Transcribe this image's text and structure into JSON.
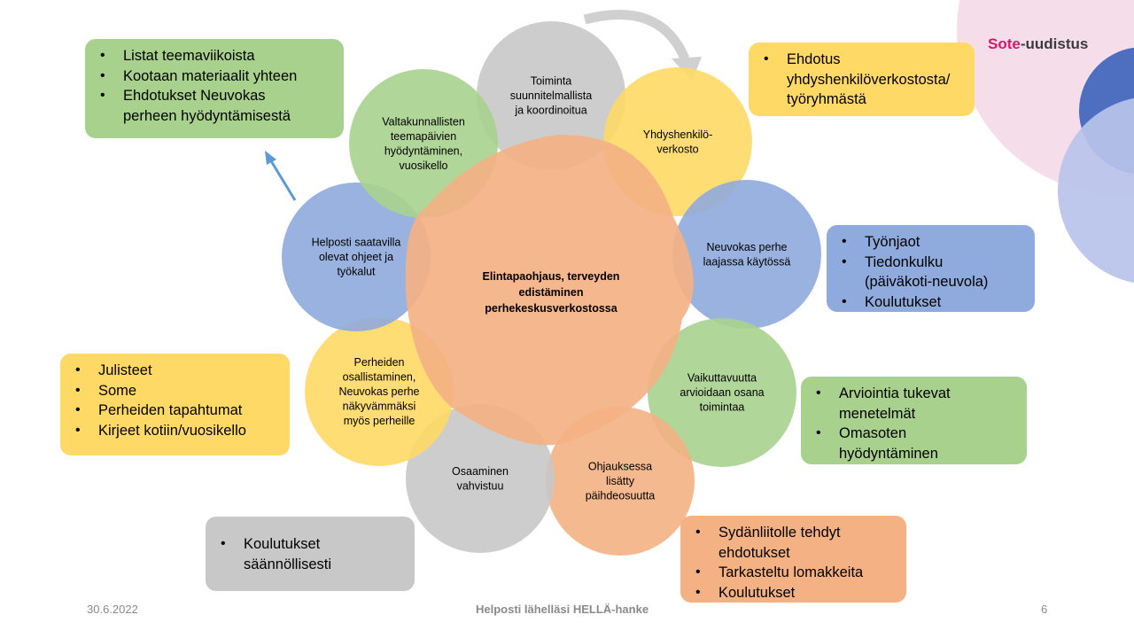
{
  "brand": {
    "prefix": "Sote",
    "suffix": "-uudistus"
  },
  "center_label": [
    "Elintapaohjaus, terveyden",
    "edistäminen",
    "perhekeskusverkostossa"
  ],
  "nodes": [
    {
      "name": "toiminta",
      "lines": [
        "Toiminta",
        "suunnitelmallista",
        "ja koordinoitua"
      ],
      "color": "#c8c8c8"
    },
    {
      "name": "yhdyshenkilo",
      "lines": [
        "Yhdyshenkilö-",
        "verkosto"
      ],
      "color": "#ffd966"
    },
    {
      "name": "neuvokas-perhe",
      "lines": [
        "Neuvokas perhe",
        "laajassa käytössä"
      ],
      "color": "#8faadc"
    },
    {
      "name": "vaikuttavuutta",
      "lines": [
        "Vaikuttavuutta",
        "arvioidaan osana",
        "toimintaa"
      ],
      "color": "#a9d18e"
    },
    {
      "name": "ohjauksessa",
      "lines": [
        "Ohjauksessa",
        "lisätty",
        "päihdeosuutta"
      ],
      "color": "#f4b183"
    },
    {
      "name": "osaaminen",
      "lines": [
        "Osaaminen",
        "vahvistuu"
      ],
      "color": "#c8c8c8"
    },
    {
      "name": "perheiden",
      "lines": [
        "Perheiden",
        "osallistaminen,",
        "Neuvokas perhe",
        "näkyvämmäksi",
        "myös perheille"
      ],
      "color": "#ffd966"
    },
    {
      "name": "helposti",
      "lines": [
        "Helposti saatavilla",
        "olevat ohjeet ja",
        "työkalut"
      ],
      "color": "#8faadc"
    },
    {
      "name": "valtakunnallisten",
      "lines": [
        "Valtakunnallisten",
        "teemapäivien",
        "hyödyntäminen,",
        "vuosikello"
      ],
      "color": "#a9d18e"
    }
  ],
  "boxes": [
    {
      "name": "box-green-top",
      "color": "#a9d18e",
      "items": [
        "Listat teemaviikoista",
        "Kootaan materiaalit yhteen",
        "Ehdotukset Neuvokas perheen hyödyntämisestä"
      ]
    },
    {
      "name": "box-yellow-top",
      "color": "#ffd966",
      "items": [
        "Ehdotus yhdyshenkilöverkostosta/ työryhmästä"
      ]
    },
    {
      "name": "box-blue",
      "color": "#8faadc",
      "items": [
        "Työnjaot",
        "Tiedonkulku (päiväkoti-neuvola)",
        "Koulutukset"
      ]
    },
    {
      "name": "box-green-right",
      "color": "#a9d18e",
      "items": [
        "Arviointia tukevat menetelmät",
        "Omasoten hyödyntäminen"
      ]
    },
    {
      "name": "box-orange",
      "color": "#f4b183",
      "items": [
        "Sydänliitolle tehdyt ehdotukset",
        "Tarkasteltu lomakkeita",
        "Koulutukset"
      ]
    },
    {
      "name": "box-gray",
      "color": "#c8c8c8",
      "items": [
        "Koulutukset säännöllisesti"
      ]
    },
    {
      "name": "box-yellow-left",
      "color": "#ffd966",
      "items": [
        "Julisteet",
        "Some",
        "Perheiden tapahtumat",
        "Kirjeet kotiin/vuosikello"
      ]
    }
  ],
  "footer": {
    "date": "30.6.2022",
    "title": "Helposti lähelläsi HELLÄ-hanke",
    "page": "6"
  }
}
